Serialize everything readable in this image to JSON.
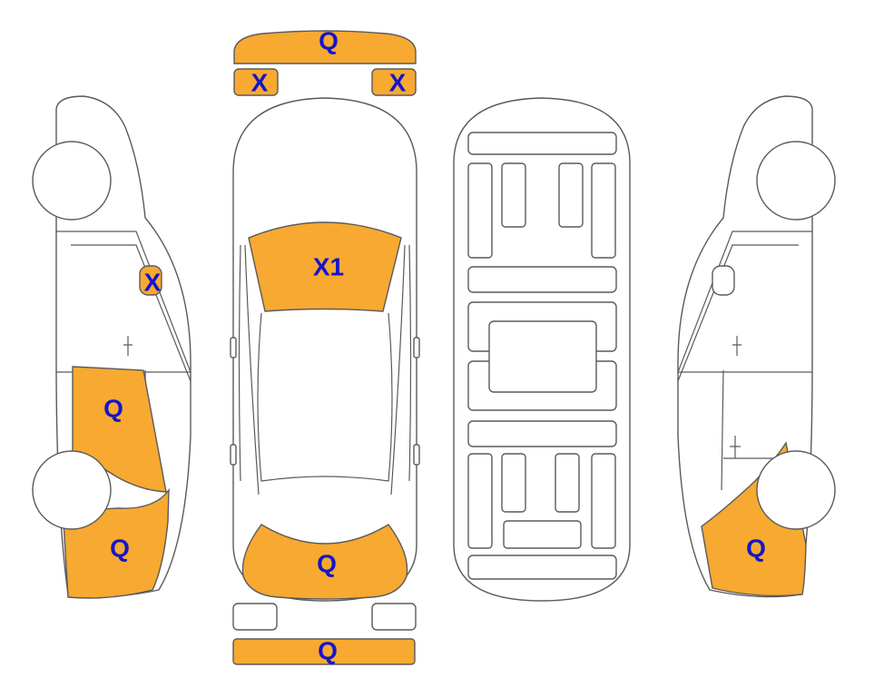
{
  "colors": {
    "damage_fill": "#F7A931",
    "label_color": "#1515C8",
    "outline": "#5a5a5a"
  },
  "labels": {
    "front_bumper": "Q",
    "front_light_left": "X",
    "front_light_right": "X",
    "windshield": "X1",
    "rear_window": "Q",
    "rear_bumper": "Q",
    "left_mirror": "X",
    "left_rear_door": "Q",
    "left_rear_fender": "Q",
    "right_rear_fender": "Q"
  }
}
